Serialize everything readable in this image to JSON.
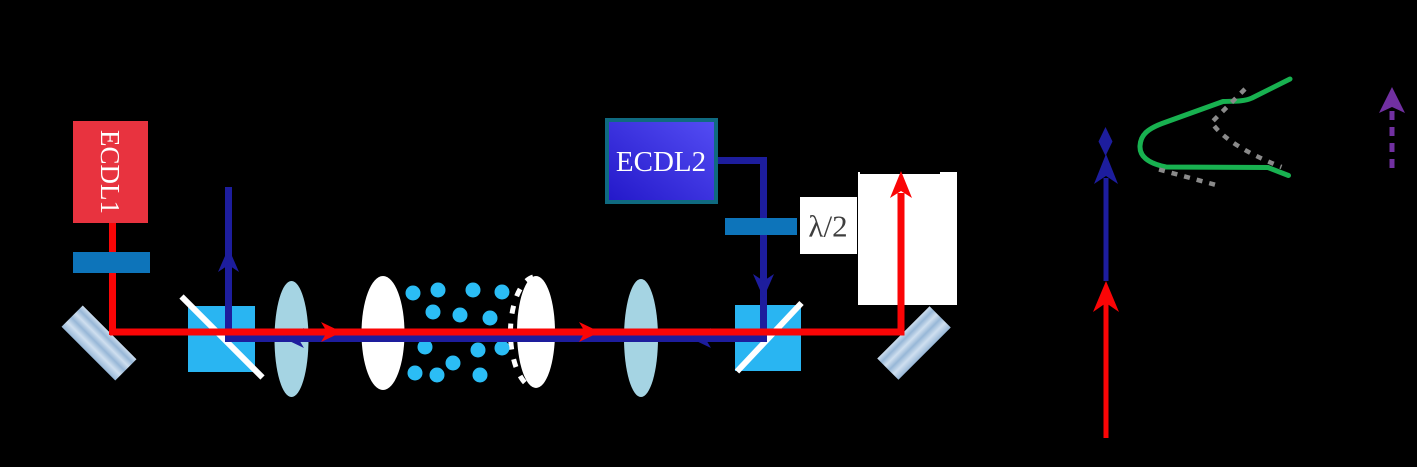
{
  "diagram": {
    "type": "optical-setup-with-energy-level-diagram",
    "labels": {
      "ecdl1": "ECDL1",
      "ecdl2": "ECDL2",
      "half_wave_plate": "λ/2"
    },
    "components": {
      "laser1": "ECDL1 red probe laser",
      "laser2": "ECDL2 blue coupling laser",
      "waveplate": "half-wave plate",
      "cell": "vapor cell with atoms",
      "beamsplitters": 2,
      "mirrors": 2,
      "lenses": 2,
      "atom_count": 14
    },
    "colors": {
      "background": "#000000",
      "probe_beam": "#fa0506",
      "coupling_beam": "#1d1d9d",
      "ecdl1_fill": "#e8333f",
      "ecdl2_grad_start": "#2318c9",
      "ecdl2_grad_end": "#544df4",
      "ecdl2_border": "#0f6a80",
      "waveplate": "#0d74ba",
      "pbs_fill": "#29b5f2",
      "pbs_diagonal": "#ffffff",
      "lens_fill": "#a5d4e3",
      "window_fill": "#ffffff",
      "atom_fill": "#2bbdf5",
      "mirror_light": "#cfdfef",
      "mirror_dark": "#97b7d7",
      "detector_fill": "#ffffff",
      "detector_bar": "#000000",
      "adiabatic_curve": "#18b150",
      "diabatic_dashed": "#8a8a8a",
      "tuning_arrow": "#7130a1",
      "half_wave_text": "#3e3e3e",
      "label_text": "#ffffff"
    }
  }
}
